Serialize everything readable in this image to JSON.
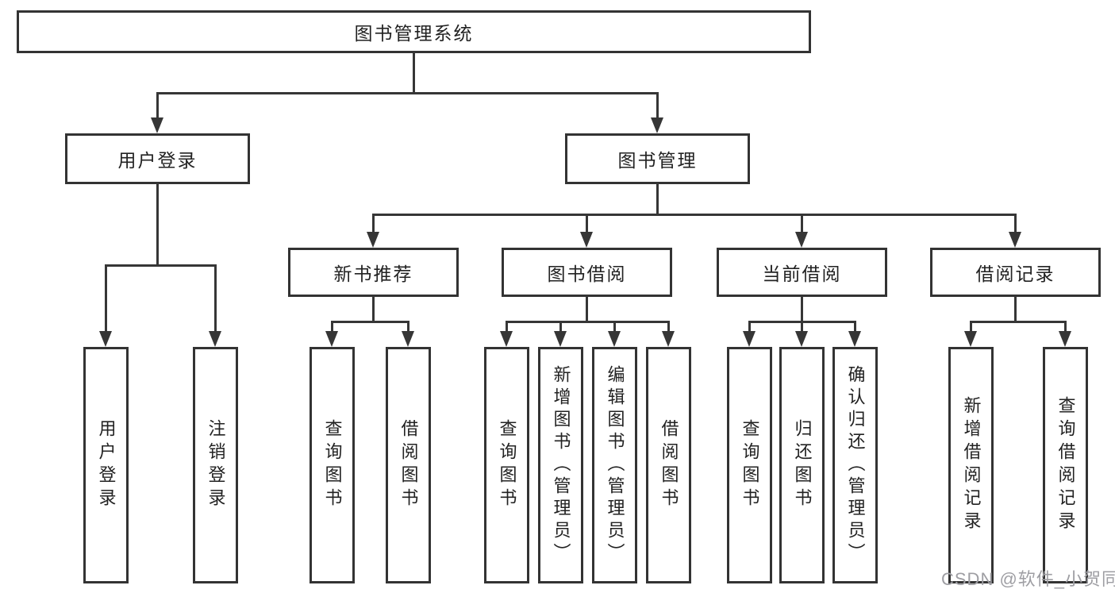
{
  "title": {
    "root": "图书管理系统"
  },
  "level2": {
    "user_login": "用户登录",
    "book_mgmt": "图书管理"
  },
  "level3": {
    "new_books": "新书推荐",
    "book_borrow": "图书借阅",
    "current_borrow": "当前借阅",
    "borrow_records": "借阅记录"
  },
  "leaves": {
    "user": [
      "用户登录",
      "注销登录"
    ],
    "new_books": [
      "查询图书",
      "借阅图书"
    ],
    "book_borrow": [
      "查询图书",
      "新增图书（管理员）",
      "编辑图书（管理员）",
      "借阅图书"
    ],
    "current_borrow": [
      "查询图书",
      "归还图书",
      "确认归还（管理员）"
    ],
    "borrow_records": [
      "新增借阅记录",
      "查询借阅记录"
    ]
  },
  "watermark": "CSDN @软件_小贺同学",
  "colors": {
    "line": "#363636",
    "border": "#333333",
    "text": "#222222",
    "watermark": "#9e9ea3",
    "background": "#ffffff"
  }
}
